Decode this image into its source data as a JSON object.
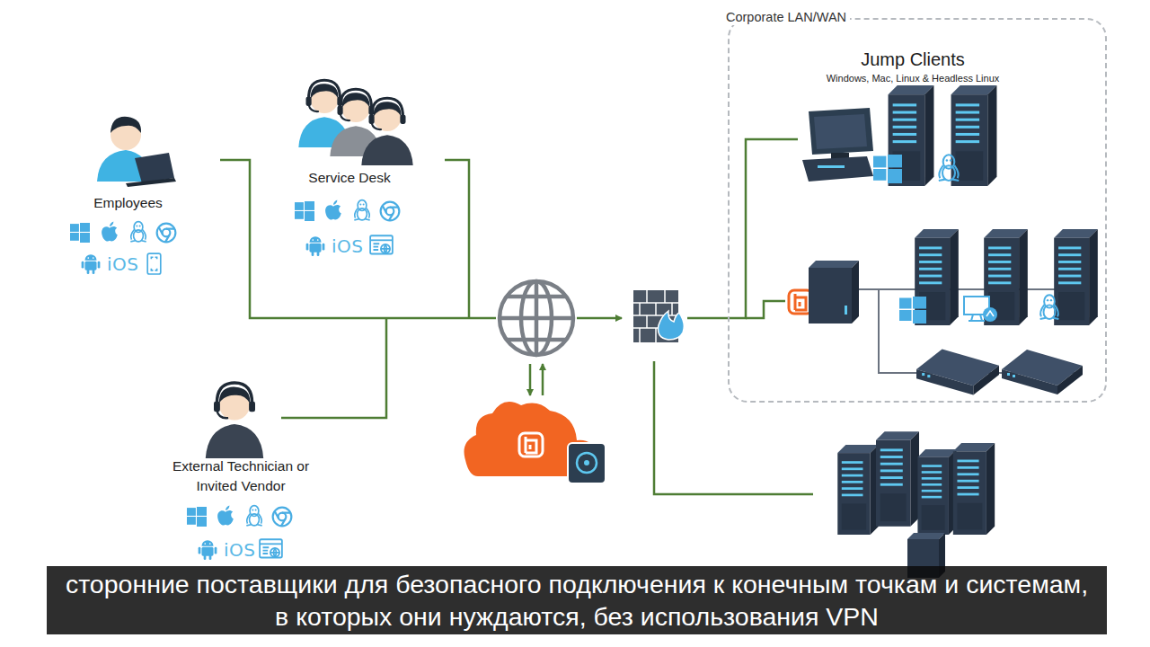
{
  "diagram": {
    "caption": "сторонние поставщики для безопасного подключения к конечным точкам и системам, в которых они нуждаются, без использования VPN",
    "nodes": [
      {
        "text": [
          "Employees"
        ]
      },
      {
        "text": [
          "Service Desk"
        ]
      },
      {
        "text": [
          "External Technician or Invited Vendor"
        ]
      },
      {
        "text": [
          "Corporate LAN/WAN"
        ]
      },
      {
        "text": [
          "Jump Clients",
          "Windows, Mac, Linux & Headless Linux"
        ],
        "in": 3
      }
    ],
    "labels": [
      "iOS",
      "iOS",
      "iOS"
    ]
  }
}
